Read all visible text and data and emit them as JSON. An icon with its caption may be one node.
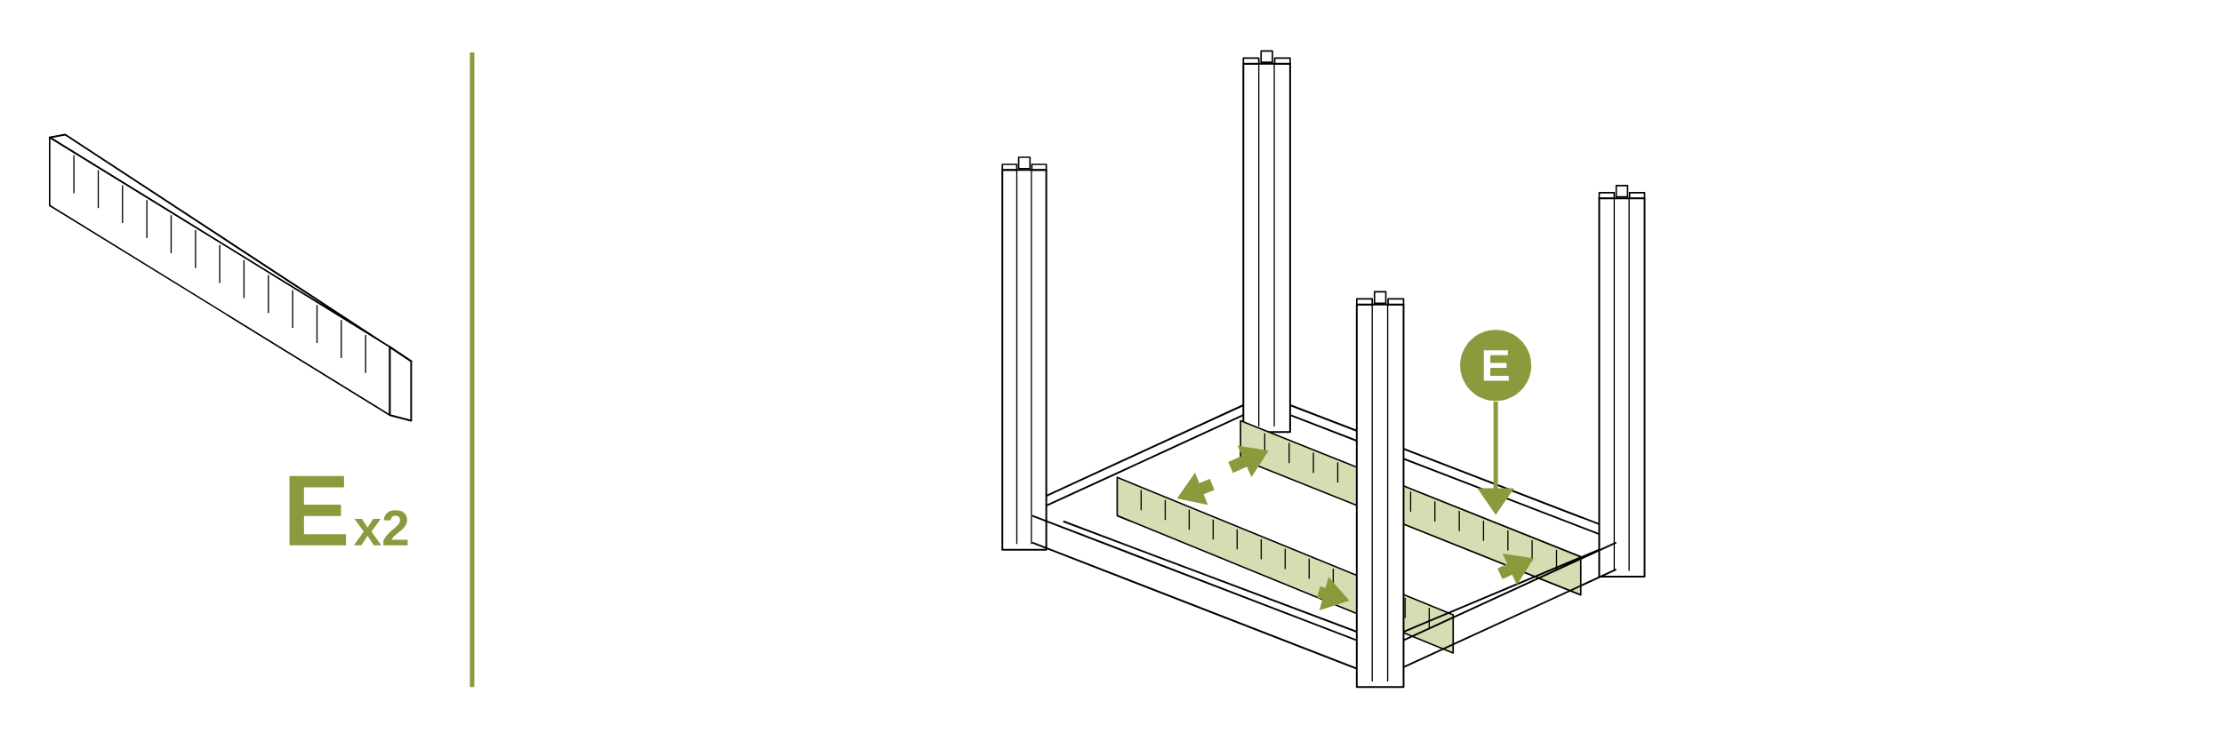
{
  "diagram": {
    "nodes": [
      {
        "text": [
          "E"
        ]
      },
      {
        "text": [],
        "shape": "picture"
      }
    ],
    "edges": [
      {
        "from": 0,
        "to": 1,
        "arrow": "to"
      }
    ],
    "labels": [
      "E",
      "x2"
    ]
  }
}
